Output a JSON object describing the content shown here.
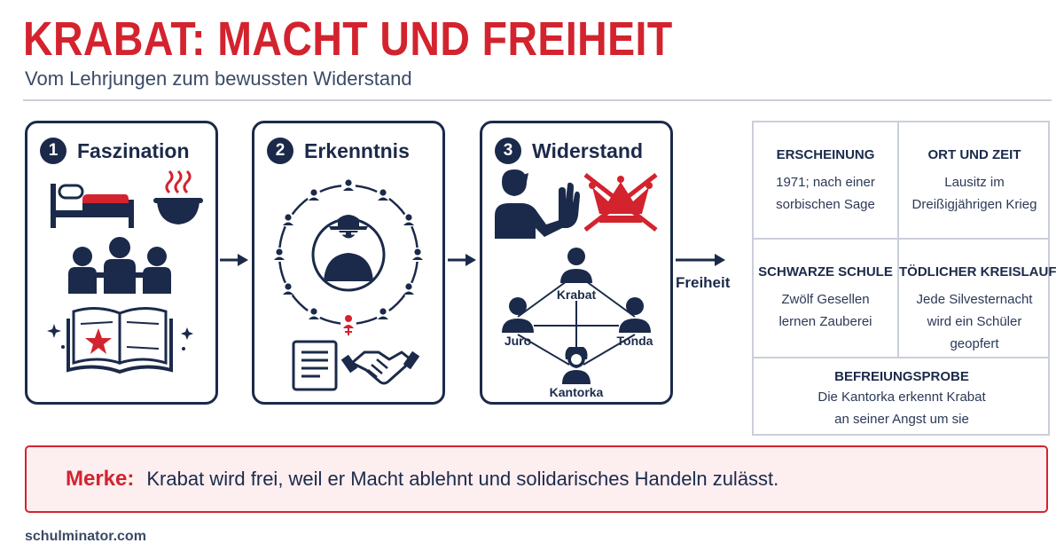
{
  "header": {
    "title": "KRABAT: MACHT UND FREIHEIT",
    "subtitle": "Vom Lehrjungen zum bewussten Widerstand"
  },
  "stages": [
    {
      "number": "1",
      "title": "Faszination",
      "icons": [
        "bed-icon",
        "soup-bowl-icon",
        "group-people-icon",
        "open-book-star-icon"
      ]
    },
    {
      "number": "2",
      "title": "Erkenntnis",
      "icons": [
        "master-figure-icon",
        "circle-of-people-icon",
        "document-icon",
        "handshake-icon"
      ]
    },
    {
      "number": "3",
      "title": "Widerstand",
      "icons": [
        "refusing-person-icon",
        "crossed-crown-icon",
        "network-icon"
      ],
      "network": [
        "Krabat",
        "Juro",
        "Tonda",
        "Kantorka"
      ]
    }
  ],
  "result_label": "Freiheit",
  "facts": {
    "erscheinung": {
      "heading": "ERSCHEINUNG",
      "lines": [
        "1971; nach einer",
        "sorbischen Sage"
      ]
    },
    "ort_zeit": {
      "heading": "ORT UND ZEIT",
      "lines": [
        "Lausitz im",
        "Dreißigjährigen Krieg"
      ]
    },
    "schule": {
      "heading": "SCHWARZE SCHULE",
      "lines": [
        "Zwölf Gesellen",
        "lernen Zauberei"
      ]
    },
    "kreislauf": {
      "heading": "TÖDLICHER KREISLAUF",
      "lines": [
        "Jede Silvesternacht",
        "wird ein Schüler",
        "geopfert"
      ]
    },
    "probe": {
      "heading": "BEFREIUNGSPROBE",
      "lines": [
        "Die Kantorka erkennt Krabat",
        "an seiner Angst um sie"
      ]
    }
  },
  "merke": {
    "label": "Merke:",
    "text": "Krabat wird frei, weil er Macht ablehnt und solidarisches Handeln zulässt."
  },
  "footer": "schulminator.com",
  "colors": {
    "navy": "#1b2a4a",
    "red": "#d3232e",
    "light_red": "#fdeef0",
    "grey": "#c9ced9"
  }
}
